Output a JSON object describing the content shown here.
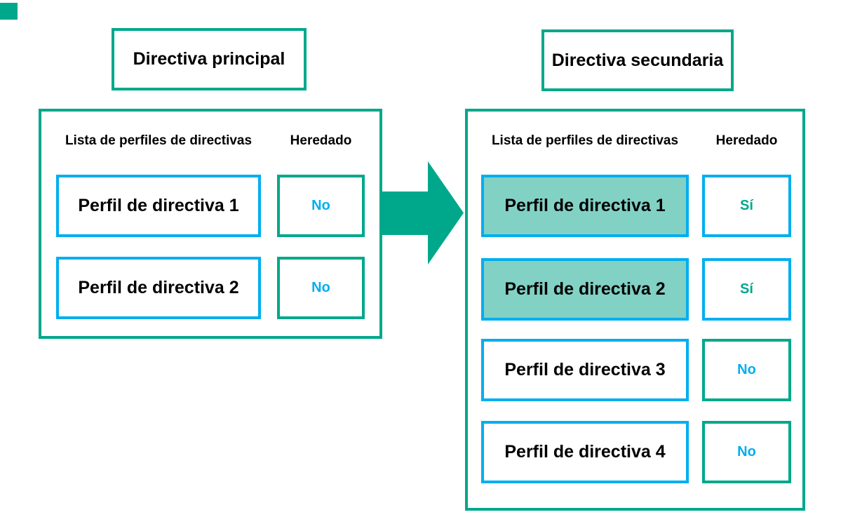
{
  "colors": {
    "teal": "#00A88B",
    "blue": "#00AEEF",
    "fill": "#82D1C5"
  },
  "titles": {
    "primary": "Directiva principal",
    "secondary": "Directiva secundaria"
  },
  "panels": {
    "primary": {
      "list_header": "Lista de perfiles de directivas",
      "inherited_header": "Heredado",
      "rows": [
        {
          "profile": "Perfil de directiva 1",
          "inherited": "No",
          "highlighted": false
        },
        {
          "profile": "Perfil de directiva 2",
          "inherited": "No",
          "highlighted": false
        }
      ]
    },
    "secondary": {
      "list_header": "Lista de perfiles de directivas",
      "inherited_header": "Heredado",
      "rows": [
        {
          "profile": "Perfil de directiva 1",
          "inherited": "Sí",
          "highlighted": true
        },
        {
          "profile": "Perfil de directiva 2",
          "inherited": "Sí",
          "highlighted": true
        },
        {
          "profile": "Perfil de directiva 3",
          "inherited": "No",
          "highlighted": false
        },
        {
          "profile": "Perfil de directiva 4",
          "inherited": "No",
          "highlighted": false
        }
      ]
    }
  }
}
